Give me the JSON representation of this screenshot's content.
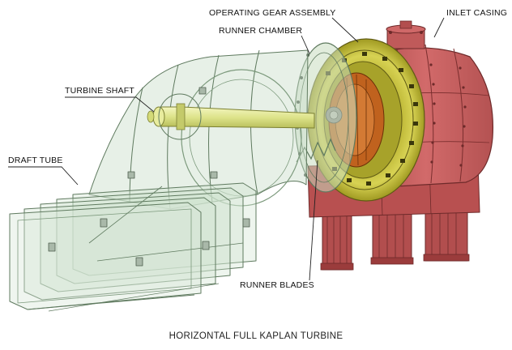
{
  "labels": {
    "operating_gear": "OPERATING GEAR ASSEMBLY",
    "inlet_casing": "INLET CASING",
    "runner_chamber": "RUNNER CHAMBER",
    "turbine_shaft": "TURBINE SHAFT",
    "draft_tube": "DRAFT TUBE",
    "runner_blades": "RUNNER BLADES"
  },
  "caption": "HORIZONTAL FULL KAPLAN TURBINE",
  "colors": {
    "draft_tube_fill": "#c9dec9",
    "draft_tube_stroke": "#5f7a5f",
    "shaft": "#e6ea9a",
    "gear_ring": "#c9c43c",
    "casing": "#c25a5a",
    "casing_dark": "#9b3c3c",
    "runner": "#c0621e",
    "leader": "#222222"
  }
}
